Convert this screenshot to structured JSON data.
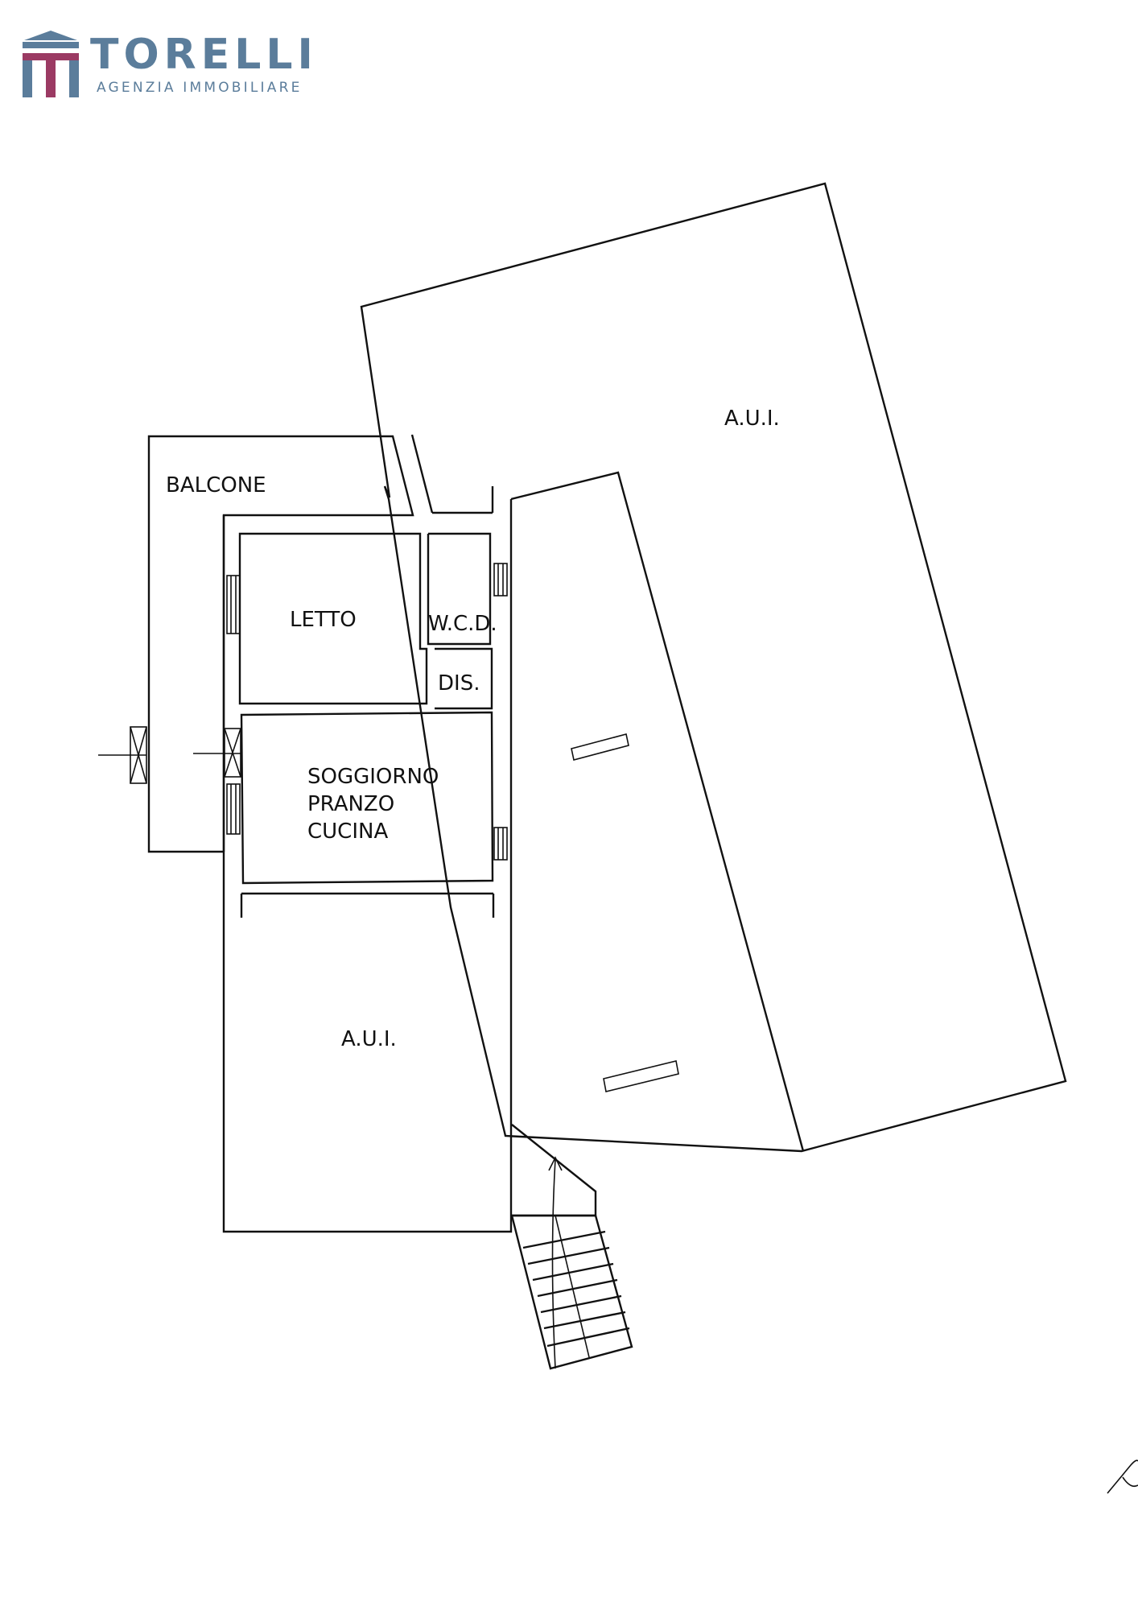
{
  "header": {
    "brand_name": "TORELLI",
    "brand_tagline": "AGENZIA IMMOBILIARE",
    "logo_colors": {
      "blue": "#5b7d9b",
      "magenta": "#9b3a63"
    }
  },
  "floorplan": {
    "rooms": {
      "aui_large": "A.U.I.",
      "balcone": "BALCONE",
      "letto": "LETTO",
      "wcd": "W.C.D.",
      "dis": "DIS.",
      "soggiorno_line1": "SOGGIORNO",
      "soggiorno_line2": "PRANZO",
      "soggiorno_line3": "CUCINA",
      "aui_lower": "A.U.I."
    }
  }
}
